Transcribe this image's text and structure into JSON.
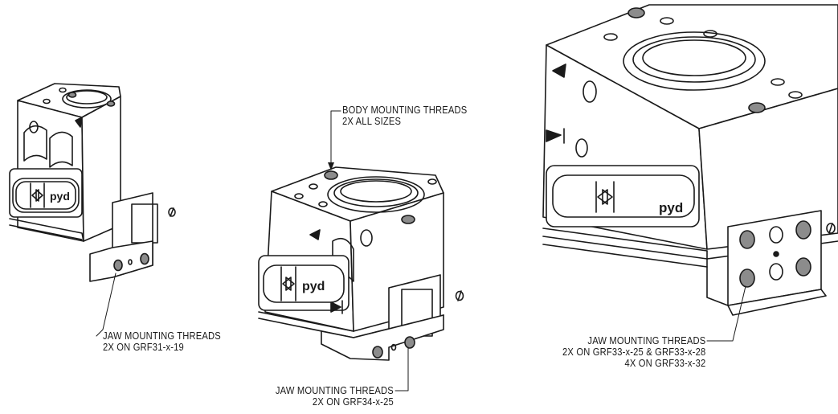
{
  "brand_mark": "pyd",
  "callouts": {
    "body_threads": {
      "line1": "BODY MOUNTING THREADS",
      "line2": "2X ALL SIZES"
    },
    "jaw_threads_grf31": {
      "line1": "JAW MOUNTING THREADS",
      "line2": "2X ON GRF31-x-19"
    },
    "jaw_threads_grf34": {
      "line1": "JAW MOUNTING THREADS",
      "line2": "2X ON GRF34-x-25"
    },
    "jaw_threads_grf33": {
      "line1": "JAW MOUNTING THREADS",
      "line2": "2X ON GRF33-x-25 & GRF33-x-28",
      "line3": "4X ON GRF33-x-32"
    }
  },
  "colors": {
    "line": "#1a1a1a",
    "thread_fill": "#8c8c8c",
    "body": "#ffffff"
  }
}
